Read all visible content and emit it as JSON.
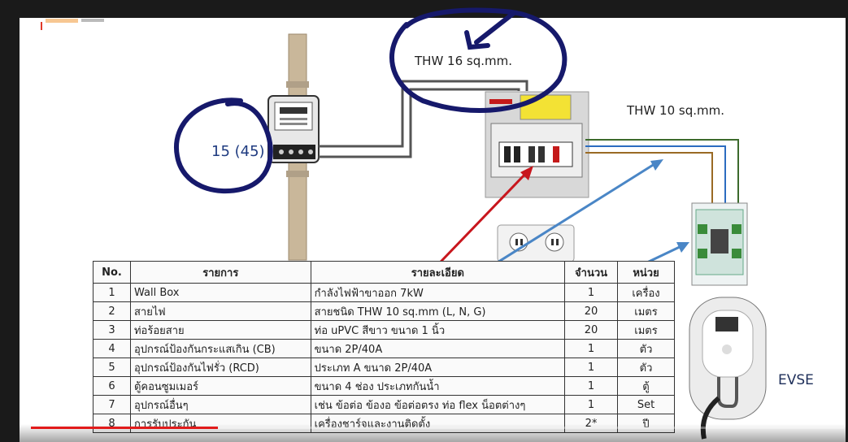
{
  "labels": {
    "thw16": "THW 16 sq.mm.",
    "thw10": "THW 10 sq.mm.",
    "meter_rating": "15 (45)",
    "evse": "EVSE"
  },
  "table": {
    "headers": [
      "No.",
      "รายการ",
      "รายละเอียด",
      "จำนวน",
      "หน่วย"
    ],
    "rows": [
      [
        "1",
        "Wall Box",
        "กำลังไฟฟ้าขาออก 7kW",
        "1",
        "เครื่อง"
      ],
      [
        "2",
        "สายไฟ",
        "สายชนิด THW 10 sq.mm (L, N, G)",
        "20",
        "เมตร"
      ],
      [
        "3",
        "ท่อร้อยสาย",
        "ท่อ uPVC สีขาว ขนาด 1 นิ้ว",
        "20",
        "เมตร"
      ],
      [
        "4",
        "อุปกรณ์ป้องกันกระแสเกิน (CB)",
        "ขนาด 2P/40A",
        "1",
        "ตัว"
      ],
      [
        "5",
        "อุปกรณ์ป้องกันไฟรั่ว (RCD)",
        "ประเภท A ขนาด 2P/40A",
        "1",
        "ตัว"
      ],
      [
        "6",
        "ตู้คอนซูมเมอร์",
        "ขนาด 4 ช่อง ประเภทกันน้ำ",
        "1",
        "ตู้"
      ],
      [
        "7",
        "อุปกรณ์อื่นๆ",
        "เช่น ข้อต่อ ข้องอ ข้อต่อตรง ท่อ flex น็อตต่างๆ",
        "1",
        "Set"
      ],
      [
        "8",
        "การรับประกัน",
        "เครื่องชาร์จและงานติดตั้ง",
        "2*",
        "ปี"
      ]
    ]
  },
  "player": {
    "progress": 0.23
  },
  "colors": {
    "annotation_blue": "#16196b",
    "arrow_red": "#c8161d",
    "arrow_blue": "#4a86c6",
    "wire_gray": "#555555",
    "wire_green": "#3c6a2c",
    "wire_brown": "#9a6a24",
    "wire_blue": "#2c6cc0"
  }
}
